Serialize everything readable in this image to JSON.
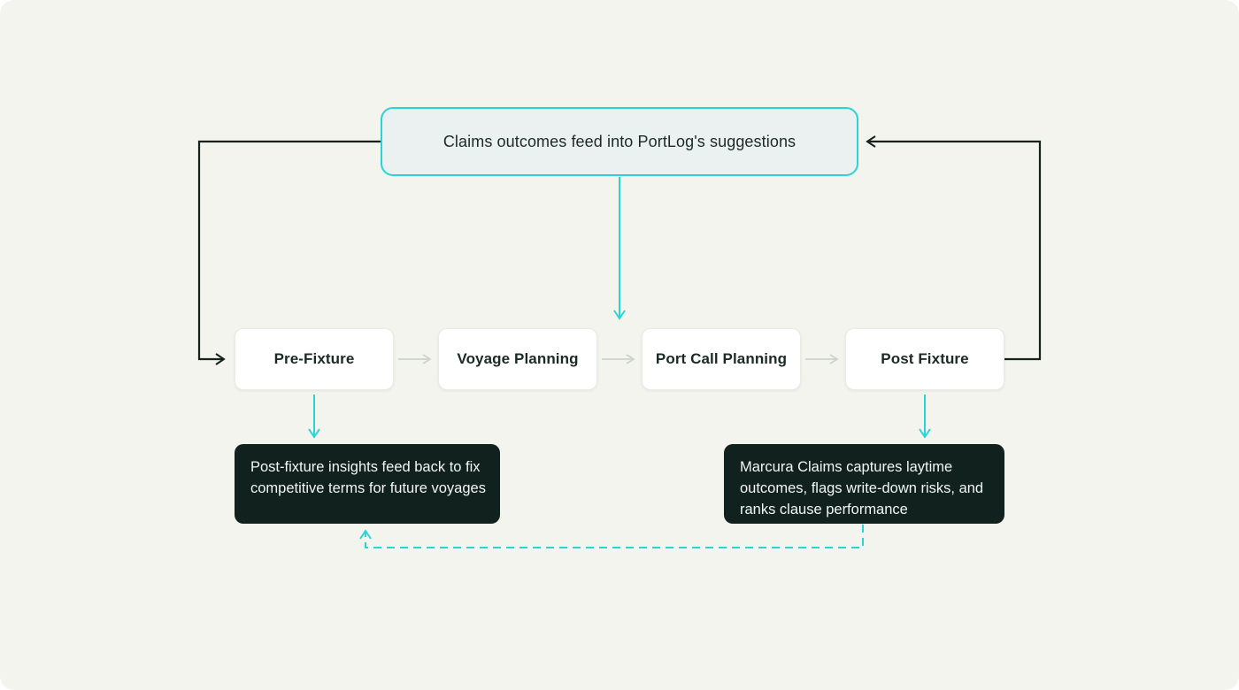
{
  "colors": {
    "accent": "#2bd4d4",
    "ink": "#16211d",
    "page-bg": "#f4f4ee",
    "note-bg": "#eaf1f0",
    "card-bg": "#ffffff",
    "card-border": "#e9ebe6",
    "dark-bg": "#11211d",
    "dark-text": "#f2f6f4",
    "gray-arrow": "#ccd2cd",
    "text": "#1c2a26"
  },
  "diagram": {
    "top_note": {
      "id": "claims-note",
      "label": "Claims outcomes feed into PortLog's suggestions"
    },
    "stages": [
      {
        "id": "pre-fixture",
        "label": "Pre-Fixture"
      },
      {
        "id": "voyage-planning",
        "label": "Voyage Planning"
      },
      {
        "id": "port-call-planning",
        "label": "Port Call Planning"
      },
      {
        "id": "post-fixture",
        "label": "Post Fixture"
      }
    ],
    "callouts": [
      {
        "id": "callout-left",
        "label": "Post-fixture insights feed back to fix competitive terms for future voyages"
      },
      {
        "id": "callout-right",
        "label": "Marcura Claims captures laytime outcomes, flags write-down risks, and ranks clause performance"
      }
    ],
    "edges": [
      {
        "from": "pre-fixture",
        "to": "voyage-planning",
        "style": "gray-solid-arrow"
      },
      {
        "from": "voyage-planning",
        "to": "port-call-planning",
        "style": "gray-solid-arrow"
      },
      {
        "from": "port-call-planning",
        "to": "post-fixture",
        "style": "gray-solid-arrow"
      },
      {
        "from": "claims-note",
        "to": "stage-flow",
        "style": "cyan-solid-arrow"
      },
      {
        "from": "claims-note",
        "to": "pre-fixture",
        "style": "black-solid-arrow-loop-left"
      },
      {
        "from": "post-fixture",
        "to": "claims-note",
        "style": "black-solid-arrow-loop-right"
      },
      {
        "from": "pre-fixture",
        "to": "callout-left",
        "style": "cyan-solid-arrow"
      },
      {
        "from": "post-fixture",
        "to": "callout-right",
        "style": "cyan-solid-arrow"
      },
      {
        "from": "callout-right",
        "to": "callout-left",
        "style": "cyan-dashed-arrow"
      }
    ]
  }
}
